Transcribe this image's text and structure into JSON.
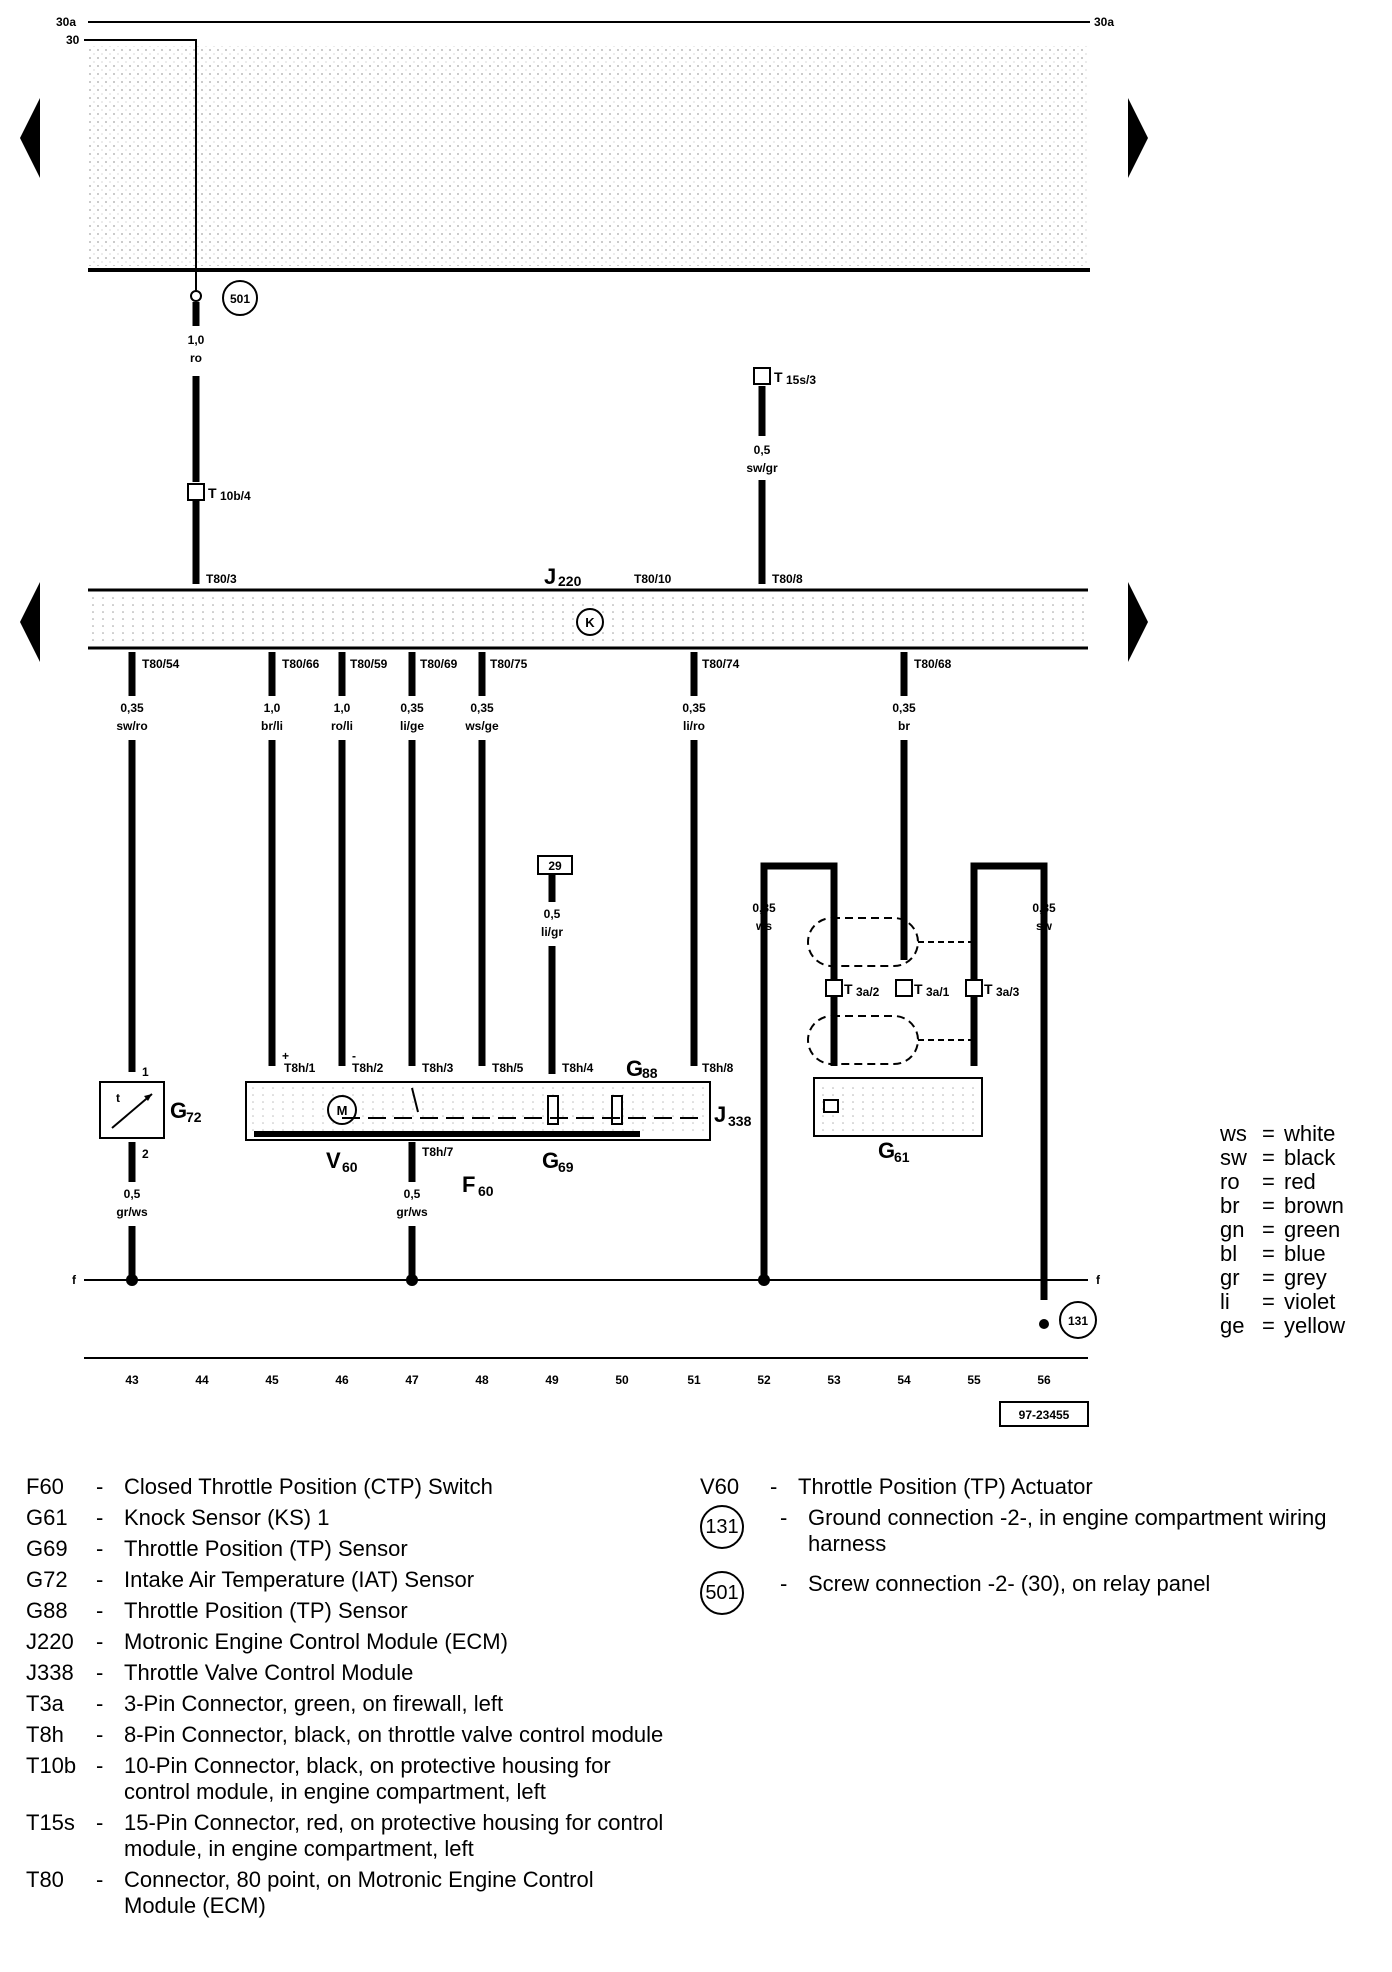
{
  "diagram": {
    "rails": {
      "top": "30a",
      "top_right": "30a",
      "supply": "30",
      "ground_left": "f",
      "ground_right": "f"
    },
    "ecm": {
      "label": "J",
      "sub": "220",
      "pin_k": "K"
    },
    "ground_points": {
      "g501": "501",
      "g131": "131"
    },
    "relay_ref": "29",
    "doc_number": "97-23455",
    "nav": {
      "prev": "previous-page",
      "next": "next-page"
    },
    "wires_top": [
      {
        "size": "1,0",
        "color": "ro"
      },
      {
        "size": "0,5",
        "color": "sw/gr"
      }
    ],
    "connectors_top": {
      "t10b": "T",
      "t10b_sub": "10b/4",
      "t15s": "T",
      "t15s_sub": "15s/3",
      "t80_3": "T80/3",
      "t80_10": "T80/10",
      "t80_8": "T80/8"
    },
    "pins_bottom": [
      "T80/54",
      "T80/66",
      "T80/59",
      "T80/69",
      "T80/75",
      "T80/74",
      "T80/68"
    ],
    "wires_bottom": [
      {
        "size": "0,35",
        "color": "sw/ro"
      },
      {
        "size": "1,0",
        "color": "br/li"
      },
      {
        "size": "1,0",
        "color": "ro/li"
      },
      {
        "size": "0,35",
        "color": "li/ge"
      },
      {
        "size": "0,35",
        "color": "ws/ge"
      },
      {
        "size": "0,35",
        "color": "li/ro"
      },
      {
        "size": "0,35",
        "color": "br"
      }
    ],
    "wire_2949": {
      "size": "0,5",
      "color": "li/gr"
    },
    "wires_g61": [
      {
        "size": "0,35",
        "color": "ws"
      },
      {
        "size": "0,35",
        "color": "sw"
      }
    ],
    "t3a": {
      "p2": "3a/2",
      "p1": "3a/1",
      "p3": "3a/3",
      "T": "T"
    },
    "t8h": [
      "T8h/1",
      "T8h/2",
      "T8h/3",
      "T8h/5",
      "T8h/4",
      "T8h/8",
      "T8h/7"
    ],
    "g72_pins": {
      "p1": "1",
      "p2": "2",
      "t": "t"
    },
    "g72_wire": {
      "size": "0,5",
      "color": "gr/ws"
    },
    "f60_wire": {
      "size": "0,5",
      "color": "gr/ws"
    },
    "polarity": {
      "plus": "+",
      "minus": "-"
    },
    "motor": "M",
    "components": {
      "g72": "G",
      "g72_sub": "72",
      "v60": "V",
      "v60_sub": "60",
      "f60": "F",
      "f60_sub": "60",
      "g69": "G",
      "g69_sub": "69",
      "g88": "G",
      "g88_sub": "88",
      "j338": "J",
      "j338_sub": "338",
      "g61": "G",
      "g61_sub": "61"
    },
    "tracks": [
      "43",
      "44",
      "45",
      "46",
      "47",
      "48",
      "49",
      "50",
      "51",
      "52",
      "53",
      "54",
      "55",
      "56"
    ]
  },
  "legend": [
    {
      "code": "ws",
      "name": "white"
    },
    {
      "code": "sw",
      "name": "black"
    },
    {
      "code": "ro",
      "name": "red"
    },
    {
      "code": "br",
      "name": "brown"
    },
    {
      "code": "gn",
      "name": "green"
    },
    {
      "code": "bl",
      "name": "blue"
    },
    {
      "code": "gr",
      "name": "grey"
    },
    {
      "code": "li",
      "name": "violet"
    },
    {
      "code": "ge",
      "name": "yellow"
    }
  ],
  "key": [
    {
      "code": "F60",
      "desc": "Closed Throttle Position (CTP) Switch"
    },
    {
      "code": "G61",
      "desc": "Knock Sensor (KS) 1"
    },
    {
      "code": "G69",
      "desc": "Throttle Position (TP) Sensor"
    },
    {
      "code": "G72",
      "desc": "Intake Air Temperature (IAT) Sensor"
    },
    {
      "code": "G88",
      "desc": "Throttle Position (TP) Sensor"
    },
    {
      "code": "J220",
      "desc": "Motronic Engine Control Module (ECM)"
    },
    {
      "code": "J338",
      "desc": "Throttle Valve Control Module"
    },
    {
      "code": "T3a",
      "desc": "3-Pin Connector, green, on firewall, left"
    },
    {
      "code": "T8h",
      "desc": "8-Pin Connector, black, on throttle valve control module"
    },
    {
      "code": "T10b",
      "desc": "10-Pin Connector, black, on protective housing for control module, in engine compartment, left"
    },
    {
      "code": "T15s",
      "desc": "15-Pin Connector, red, on protective housing for control module, in engine compartment, left"
    },
    {
      "code": "T80",
      "desc": "Connector, 80 point, on Motronic Engine Control Module (ECM)"
    }
  ],
  "key_right": [
    {
      "code": "V60",
      "desc": "Throttle Position (TP) Actuator"
    }
  ],
  "key_circles": [
    {
      "code": "131",
      "desc": "Ground connection -2-, in engine compartment wiring harness"
    },
    {
      "code": "501",
      "desc": "Screw connection -2- (30), on relay panel"
    }
  ]
}
